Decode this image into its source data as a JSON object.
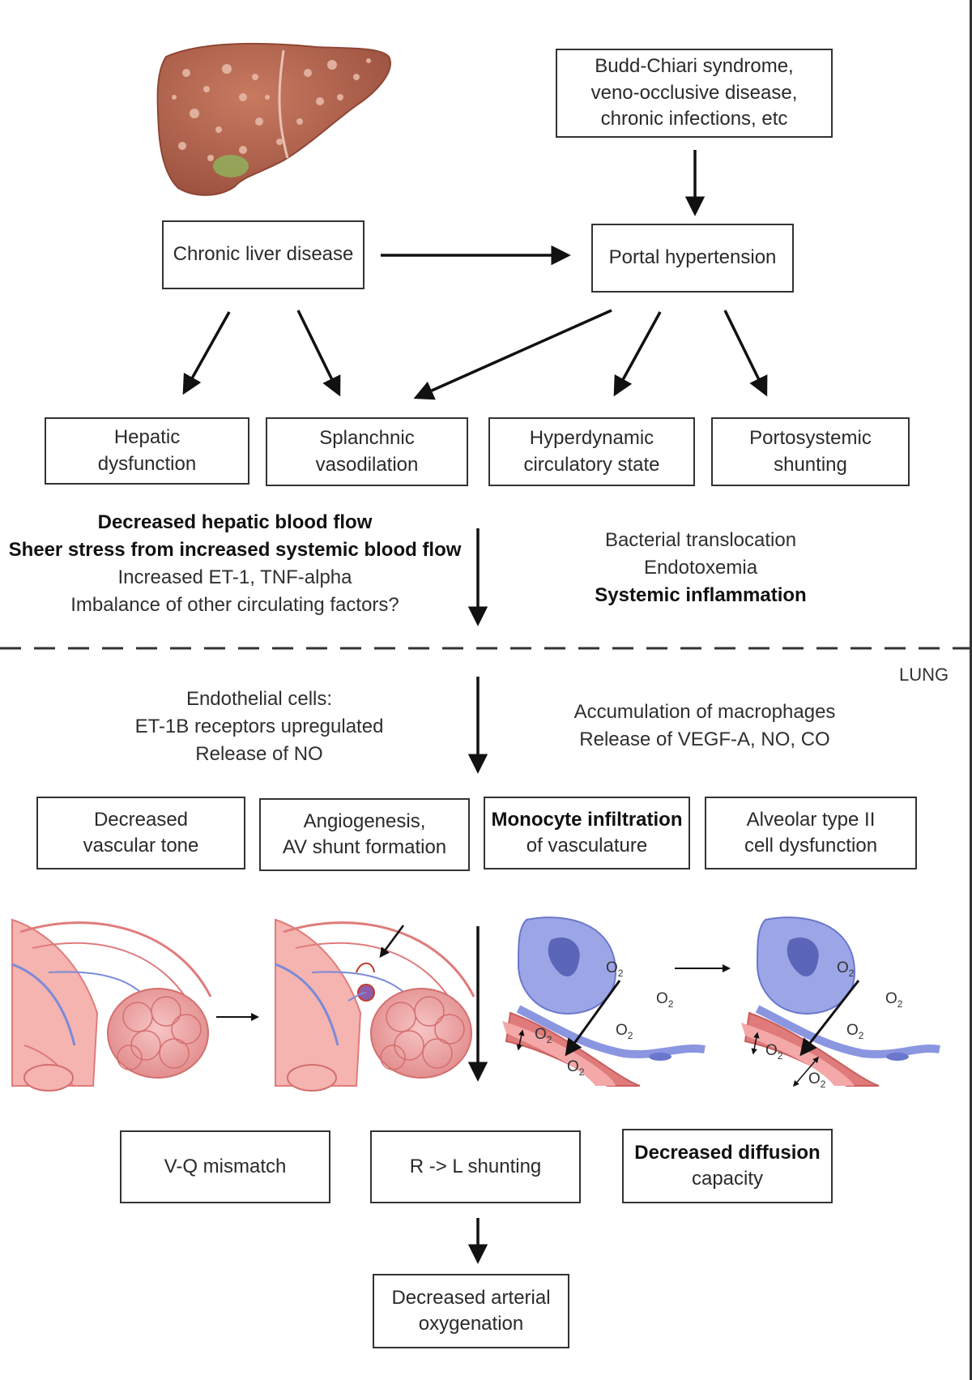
{
  "colors": {
    "line": "#1a1a1a",
    "liver": "#b8674f",
    "liver_dark": "#8f4634",
    "vessel_red": "#e07b7b",
    "vessel_blue": "#7b8ad8",
    "cell_blue": "#8b96e0"
  },
  "region_label": "LUNG",
  "top_boxes": {
    "causes": "Budd-Chiari syndrome,\nveno-occlusive disease,\nchronic infections, etc",
    "chronic_liver_disease": "Chronic liver disease",
    "portal_hypertension": "Portal hypertension"
  },
  "mid_boxes": [
    "Hepatic\ndysfunction",
    "Splanchnic\nvasodilation",
    "Hyperdynamic\ncirculatory state",
    "Portosystemic\nshunting"
  ],
  "left_factors": [
    {
      "text": "Decreased hepatic blood flow",
      "bold": true
    },
    {
      "text": "Sheer stress from increased systemic blood flow",
      "bold": true
    },
    {
      "text": "Increased ET-1, TNF-alpha",
      "bold": false
    },
    {
      "text": "Imbalance of other circulating factors?",
      "bold": false
    }
  ],
  "right_factors": [
    {
      "text": "Bacterial translocation",
      "bold": false
    },
    {
      "text": "Endotoxemia",
      "bold": false
    },
    {
      "text": "Systemic inflammation",
      "bold": true
    }
  ],
  "lung_left_notes": [
    "Endothelial cells:",
    "ET-1B receptors upregulated",
    "Release of NO"
  ],
  "lung_right_notes": [
    "Accumulation of macrophages",
    "Release of VEGF-A, NO, CO"
  ],
  "lung_boxes": [
    {
      "text": "Decreased\nvascular tone",
      "bold_first": false
    },
    {
      "text": "Angiogenesis,\nAV shunt formation",
      "bold_first": false
    },
    {
      "text_bold": "Monocyte infiltration",
      "text_rest": "of vasculature",
      "bold_first": true
    },
    {
      "text": "Alveolar type II\ncell dysfunction",
      "bold_first": false
    }
  ],
  "o2_label": "O",
  "o2_sub": "2",
  "outcome_boxes": {
    "vq": "V-Q mismatch",
    "shunting": "R -> L shunting",
    "diffusion_bold": "Decreased diffusion",
    "diffusion_rest": "capacity"
  },
  "final_box": "Decreased arterial\noxygenation"
}
